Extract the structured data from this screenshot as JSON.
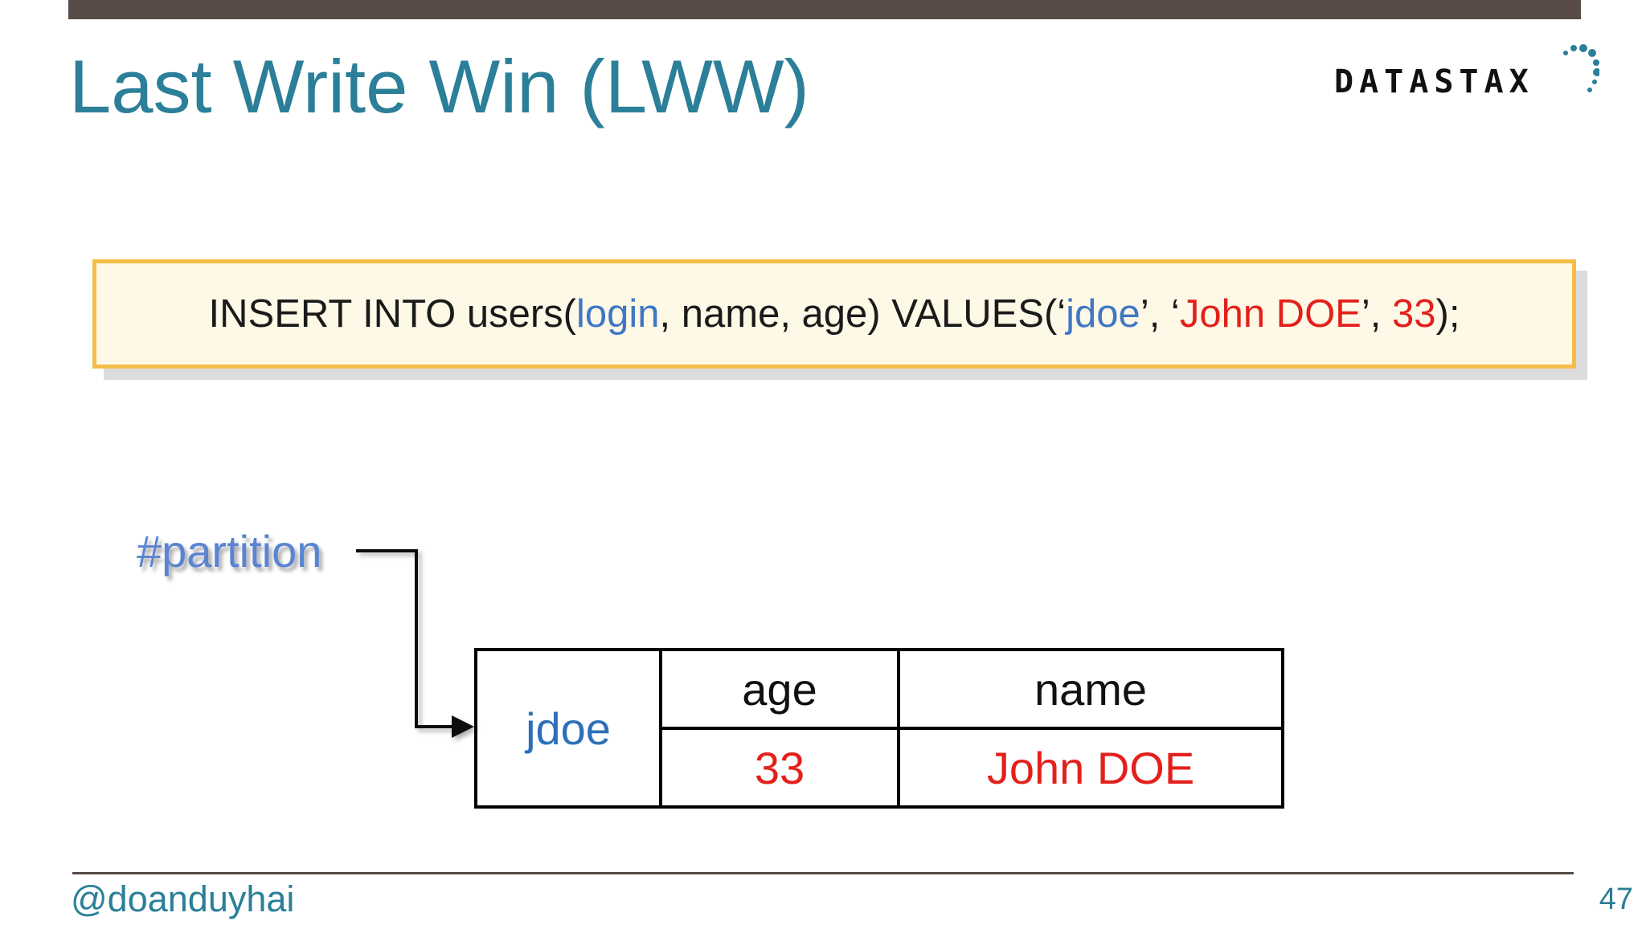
{
  "slide": {
    "title": "Last Write Win (LWW)",
    "logo_text": "DATASTAX",
    "colors": {
      "title": "#2b7f98",
      "top_bar": "#594b48",
      "box_border": "#f4bd47",
      "box_fill": "#fef8e6",
      "highlight_blue": "#3f77c4",
      "highlight_red": "#e3201b"
    }
  },
  "statement": {
    "part1": "INSERT INTO users(",
    "login": "login",
    "part2": ", name, age) VALUES(‘",
    "jdoe": "jdoe",
    "part3": "’, ‘",
    "john": "John DOE",
    "part4": "’, ",
    "age": "33",
    "part5": ");"
  },
  "diagram": {
    "partition_label": "#partition",
    "partition_key": "jdoe",
    "columns": [
      "age",
      "name"
    ],
    "values": [
      "33",
      "John DOE"
    ]
  },
  "footer": {
    "handle": "@doanduyhai",
    "page_number": "47"
  }
}
